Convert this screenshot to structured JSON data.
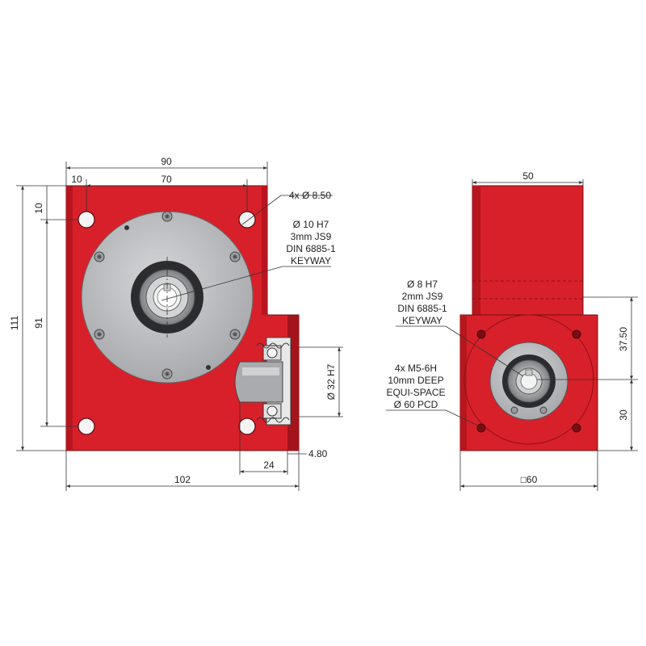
{
  "colors": {
    "housing_red": "#d8202a",
    "housing_dark": "#a3141b",
    "flange_grey": "#bcbec0",
    "dim_line": "#333333"
  },
  "front_view": {
    "dimensions": {
      "overall_width_top": "90",
      "edge_to_hole": "10",
      "hole_spacing": "70",
      "top_to_hole": "10",
      "overall_height": "111",
      "hole_spacing_vertical": "91",
      "overall_width_bottom": "102",
      "shaft_offset": "24",
      "shaft_end": "4.80",
      "bore": "Ø 32 H7"
    },
    "notes": {
      "holes": "4x Ø 8.50",
      "shaft_lines": [
        "Ø 10 H7",
        "3mm JS9",
        "DIN 6885-1",
        "KEYWAY"
      ]
    }
  },
  "side_view": {
    "dimensions": {
      "top_width": "50",
      "center_to_top": "37.50",
      "center_to_bottom": "30",
      "square": "□60"
    },
    "notes": {
      "shaft_lines": [
        "Ø 8 H7",
        "2mm JS9",
        "DIN 6885-1",
        "KEYWAY"
      ],
      "tapped_lines": [
        "4x M5-6H",
        "10mm DEEP",
        "EQUI-SPACE",
        "Ø 60 PCD"
      ]
    }
  }
}
